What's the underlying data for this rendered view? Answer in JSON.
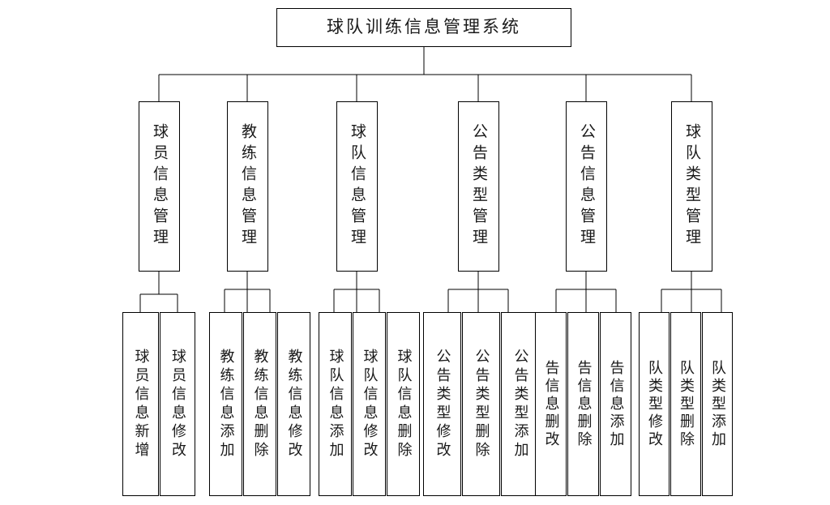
{
  "diagram": {
    "title": "球队训练信息管理系统",
    "type": "hierarchy-tree",
    "orientation": "top-down",
    "line_color": "#000000",
    "text_color": "#1a1a1a",
    "background_color": "#ffffff"
  },
  "root": {
    "label": "球队训练信息管理系统"
  },
  "level2": [
    {
      "label": "球员信息管理"
    },
    {
      "label": "教练信息管理"
    },
    {
      "label": "球队信息管理"
    },
    {
      "label": "公告类型管理"
    },
    {
      "label": "公告信息管理"
    },
    {
      "label": "球队类型管理"
    }
  ],
  "leaves": [
    {
      "label": "球员信息新增",
      "parent": 0
    },
    {
      "label": "球员信息修改",
      "parent": 0
    },
    {
      "label": "教练信息添加",
      "parent": 1
    },
    {
      "label": "教练信息删除",
      "parent": 1
    },
    {
      "label": "教练信息修改",
      "parent": 1
    },
    {
      "label": "球队信息添加",
      "parent": 2
    },
    {
      "label": "球队信息修改",
      "parent": 2
    },
    {
      "label": "球队信息删除",
      "parent": 2
    },
    {
      "label": "公告类型修改",
      "parent": 3
    },
    {
      "label": "公告类型删除",
      "parent": 3
    },
    {
      "label": "公告类型添加",
      "parent": 3
    },
    {
      "label": "告信息删改",
      "parent": 4
    },
    {
      "label": "告信息删除",
      "parent": 4
    },
    {
      "label": "告信息添加",
      "parent": 4
    },
    {
      "label": "队类型修改",
      "parent": 5
    },
    {
      "label": "队类型删除",
      "parent": 5
    },
    {
      "label": "队类型添加",
      "parent": 5
    }
  ]
}
